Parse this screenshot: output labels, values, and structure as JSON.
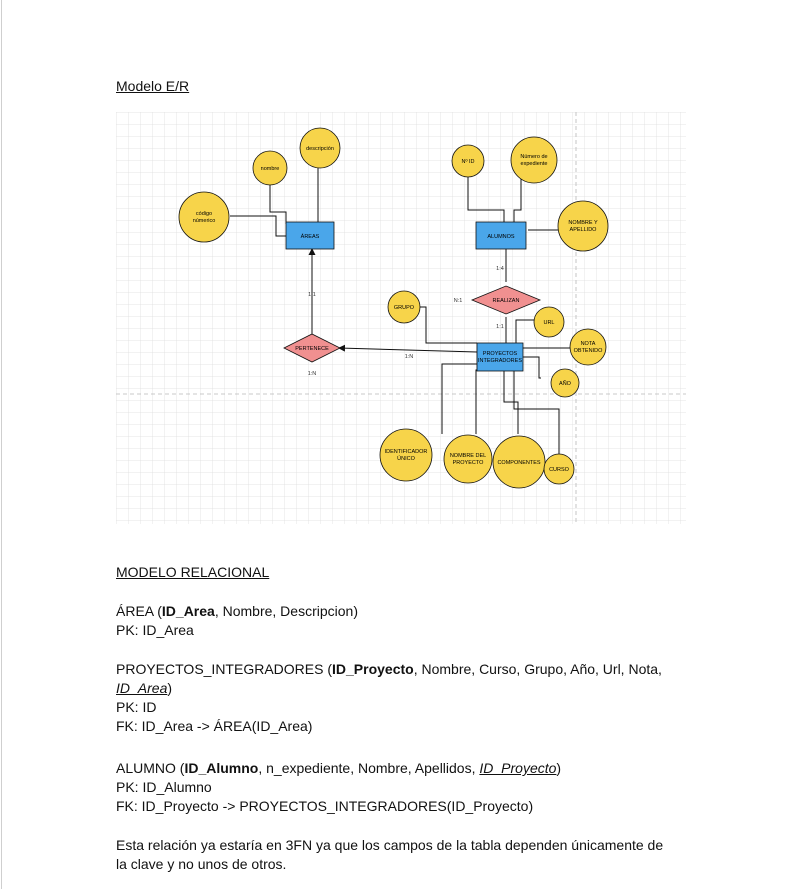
{
  "headings": {
    "er_model": "Modelo E/R",
    "relational_model": "MODELO RELACIONAL"
  },
  "diagram": {
    "entities": {
      "areas": "ÁREAS",
      "alumnos": "ALUMNOS",
      "proyectos_line1": "PROYECTOS",
      "proyectos_line2": "INTEGRADORES"
    },
    "relationships": {
      "pertenece": "PERTENECE",
      "realizan": "REALIZAN"
    },
    "attributes": {
      "nombre": "nombre",
      "descripcion": "descripción",
      "codigo_line1": "código",
      "codigo_line2": "númerico",
      "n_id": "Nº ID",
      "num_exp_line1": "Número de",
      "num_exp_line2": "expediente",
      "nombre_ap_line1": "NOMBRE Y",
      "nombre_ap_line2": "APELLIDO",
      "grupo": "GRUPO",
      "url": "URL",
      "nota_line1": "NOTA",
      "nota_line2": "OBTENIDO",
      "anio": "AÑO",
      "ident_line1": "IDENTIFICADOR",
      "ident_line2": "ÚNICO",
      "nombre_proy_line1": "NOMBRE DEL",
      "nombre_proy_line2": "PROYECTO",
      "componentes": "COMPONENTES",
      "curso": "CURSO"
    },
    "cardinalities": {
      "areas_pertenece": "1:1",
      "pertenece_proyectos": "1:N",
      "pertenece_below": "1:N",
      "alumnos_realizan": "1:4",
      "realizan_left": "N:1",
      "realizan_proyectos": "1:1"
    },
    "colors": {
      "entity": "#4aa6ea",
      "attribute": "#f7d44a",
      "relationship": "#f09090",
      "grid": "#d9d9d9"
    }
  },
  "relational": {
    "area": {
      "name": "ÁREA (",
      "pk_field": "ID_Area",
      "rest": ", Nombre, Descripcion)",
      "pk": "PK: ID_Area"
    },
    "proyectos": {
      "name": "PROYECTOS_INTEGRADORES (",
      "pk_field": "ID_Proyecto",
      "rest": ", Nombre, Curso, Grupo, Año, Url, Nota,",
      "fk_field": "ID_Area",
      "close": ")",
      "pk": "PK: ID",
      "fk": "FK: ID_Area -> ÁREA(ID_Area)"
    },
    "alumno": {
      "name": "ALUMNO (",
      "pk_field": "ID_Alumno",
      "rest": ", n_expediente, Nombre, Apellidos, ",
      "fk_field": "ID_Proyecto",
      "close": ")",
      "pk": "PK: ID_Alumno",
      "fk": "FK: ID_Proyecto -> PROYECTOS_INTEGRADORES(ID_Proyecto)"
    },
    "conclusion_line1": "Esta relación ya estaría en 3FN ya que los campos de la tabla dependen únicamente de",
    "conclusion_line2": "la clave y no unos de otros."
  }
}
